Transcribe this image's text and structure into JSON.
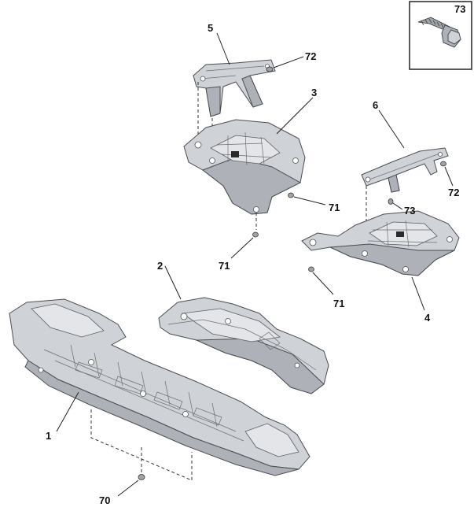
{
  "callouts": {
    "c1": "1",
    "c2": "2",
    "c3": "3",
    "c4": "4",
    "c5": "5",
    "c6": "6",
    "c70": "70",
    "c71a": "71",
    "c71b": "71",
    "c71c": "71",
    "c72a": "72",
    "c72b": "72",
    "c73a": "73",
    "c73b": "73"
  }
}
